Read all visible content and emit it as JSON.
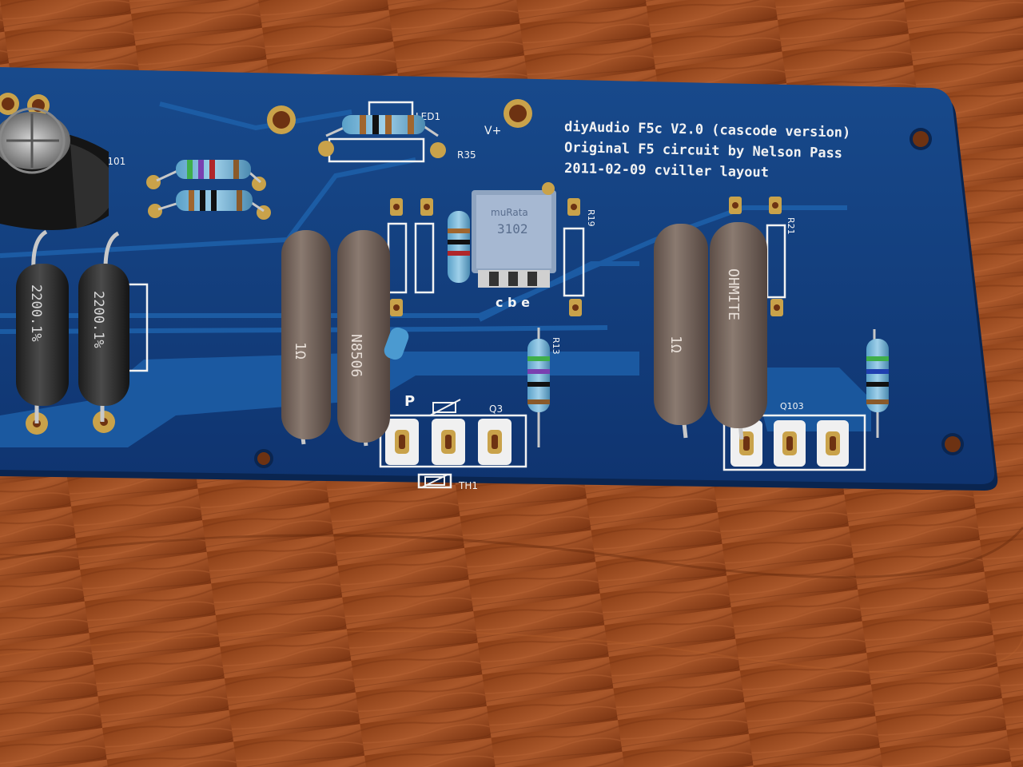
{
  "board": {
    "title": "diyAudio F5c V2.0 (cascode version)",
    "credit": "Original F5 circuit by Nelson Pass",
    "date_layout": "2011-02-09 cviller layout"
  },
  "labels": {
    "led": "LED1",
    "r35": "R35",
    "vplus": "V+",
    "c101": "C101",
    "r19": "R19",
    "r21": "R21",
    "r13": "R13",
    "q3": "Q3",
    "q103": "Q103",
    "th1": "TH1",
    "cbe": "c b e",
    "p": "P"
  },
  "components": {
    "power_resistor_mark_1": "2200.1%",
    "power_resistor_mark_2": "2200.1%",
    "wirewound_mark_1": "N8506",
    "wirewound_mark_2": "OHMITE",
    "trimmer_mark": "3102",
    "trimmer_brand": "muRata"
  },
  "colors": {
    "wood": "#9a4a1c",
    "pcb": "#123d7a",
    "trace": "#1a5aa0",
    "silkscreen": "#f2f2f2",
    "pad": "#c9a24a",
    "brown_resistor": "#7b6a60"
  }
}
